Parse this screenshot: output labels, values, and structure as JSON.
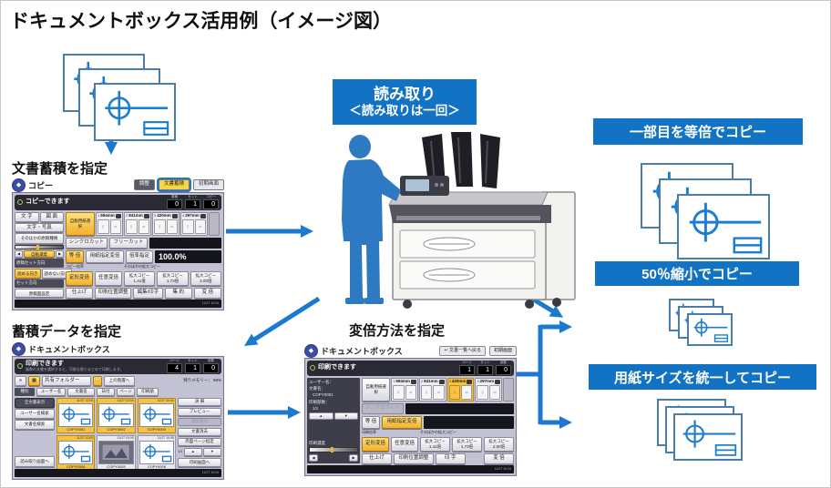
{
  "title": "ドキュメントボックス活用例（イメージ図）",
  "colors": {
    "accent_blue": "#1272c4",
    "arrow_blue": "#1b79cf",
    "highlight_yellow": "#f6c244",
    "sheet_line_blue": "#1d7dd2"
  },
  "scan_label": {
    "line1": "読み取り",
    "line2": "＜読み取りは一回＞"
  },
  "steps": {
    "store": "文書蓄積を指定",
    "select": "蓄積データを指定",
    "scale": "変倍方法を指定"
  },
  "outputs": {
    "first": "一部目を等倍でコピー",
    "half": "50％縮小でコピー",
    "unified": "用紙サイズを統一してコピー"
  },
  "copier": {
    "app": "コピー",
    "tabs": {
      "left": "調整",
      "active": "文書蓄積",
      "right": "初期画面"
    },
    "status": "コピーできます",
    "counters": {
      "labels": [
        "原稿",
        "セット",
        "コピー"
      ],
      "values": [
        "0",
        "1",
        "0"
      ]
    },
    "left_panel": {
      "text": "文 字",
      "drawing": "図 面",
      "text_photo": "文字・写真",
      "other": "そのほかの原稿種類",
      "auto_density": "自動濃度",
      "orient_label": "原稿セット方向",
      "readable": "読める向き",
      "unreadable": "読めない向き",
      "set_dir": "セット方向",
      "face": "原稿面設定"
    },
    "paper": {
      "auto": "自動用紙選択",
      "cells": [
        {
          "no": "1",
          "size": "594mm"
        },
        {
          "no": "2",
          "size": "841mm"
        },
        {
          "no": "3",
          "size": "420mm"
        },
        {
          "no": "4",
          "size": "297mm"
        }
      ]
    },
    "cut": {
      "sync": "シンクロカット",
      "free": "フリーカット"
    },
    "zoom": {
      "equal": "等 倍",
      "paper_fit": "用紙指定変倍",
      "ratio": "倍率指定",
      "value": "100.0%"
    },
    "ratio": {
      "label": "コピー倍率",
      "preset": "定形変倍",
      "free": "任意変倍",
      "other_label": "そのほかの拡大コピー",
      "enlarge": [
        {
          "t": "拡大コピー",
          "v": "1.41倍"
        },
        {
          "t": "拡大コピー",
          "v": "1.73倍"
        },
        {
          "t": "拡大コピー",
          "v": "2.00倍"
        }
      ]
    },
    "bottom": [
      "仕上げ",
      "印刷位置調整",
      "編集/印字",
      "集 約",
      "変 倍"
    ],
    "time": "11/27 10:04"
  },
  "docbox_list": {
    "app": "ドキュメントボックス",
    "status": "印刷できます",
    "status_sub": "複数の文書を選択すると、可能な限りまとめて印刷します。",
    "counters": {
      "labels": [
        "ページ",
        "セット",
        "部数"
      ],
      "values": [
        "4",
        "1",
        "0"
      ]
    },
    "toolbar": {
      "folder": "共有フォルダー",
      "up": "上の階層へ",
      "memory": "残りメモリー： 99%"
    },
    "search": [
      "種別",
      "ユーザー名",
      "文書名",
      "日付",
      "ページ",
      "印刷順"
    ],
    "left": [
      "全文書表示",
      "ユーザー名検索",
      "文書名検索",
      "読み取り画面へ"
    ],
    "right": {
      "detail": "詳 細",
      "preview": "プレビュー",
      "deselect": "選択解除",
      "delete": "文書消去",
      "duplex": "両面ページ指定",
      "pager": "1/1",
      "print": "印刷画面へ"
    },
    "docs": [
      {
        "date": "11/27 10:04",
        "name": "COPY0001",
        "selected": true
      },
      {
        "date": "11/27 10:04",
        "name": "COPY0002",
        "selected": true
      },
      {
        "date": "11/27 10:04",
        "name": "COPY0003",
        "selected": true
      },
      {
        "date": "11/27 10:05",
        "name": "COPY0004",
        "selected": true
      },
      {
        "date": "11/27 10:05",
        "name": "COPY0005",
        "selected": false
      },
      {
        "date": "11/27 10:05",
        "name": "COPY0006",
        "selected": false
      }
    ],
    "time": "11/27 10:04"
  },
  "docbox_print": {
    "app": "ドキュメントボックス",
    "back": "文書一覧へ戻る",
    "init": "初期画面",
    "status": "印刷できます",
    "counters": {
      "labels": [
        "ページ",
        "セット",
        "部数"
      ],
      "values": [
        "1",
        "1",
        "0"
      ]
    },
    "left": {
      "user": "ユーザー名：",
      "doc": "文書名：",
      "doc_name": "COPY0001",
      "copies": "印刷部数：",
      "copies_val": "1/1",
      "density": "印刷濃度"
    },
    "paper": {
      "auto": "自動用紙選択",
      "cells": [
        {
          "no": "1",
          "size": "594mm"
        },
        {
          "no": "2",
          "size": "841mm"
        },
        {
          "no": "3",
          "size": "420mm"
        },
        {
          "no": "4",
          "size": "297mm"
        }
      ]
    },
    "cut": {
      "sync": "シンクロカット"
    },
    "zoom": {
      "equal": "等 倍",
      "paper_fit": "用紙指定変倍"
    },
    "ratio": {
      "label": "印刷倍率",
      "preset": "定形変倍",
      "free": "任意変倍",
      "other_label": "そのほかの拡大コピー",
      "enlarge": [
        {
          "t": "拡大コピー",
          "v": "1.41倍"
        },
        {
          "t": "拡大コピー",
          "v": "1.73倍"
        },
        {
          "t": "拡大コピー",
          "v": "2.00倍"
        }
      ]
    },
    "bottom": [
      "仕上げ",
      "印刷位置調整",
      "印 字",
      "変 倍"
    ],
    "time": "11/27 10:04"
  }
}
